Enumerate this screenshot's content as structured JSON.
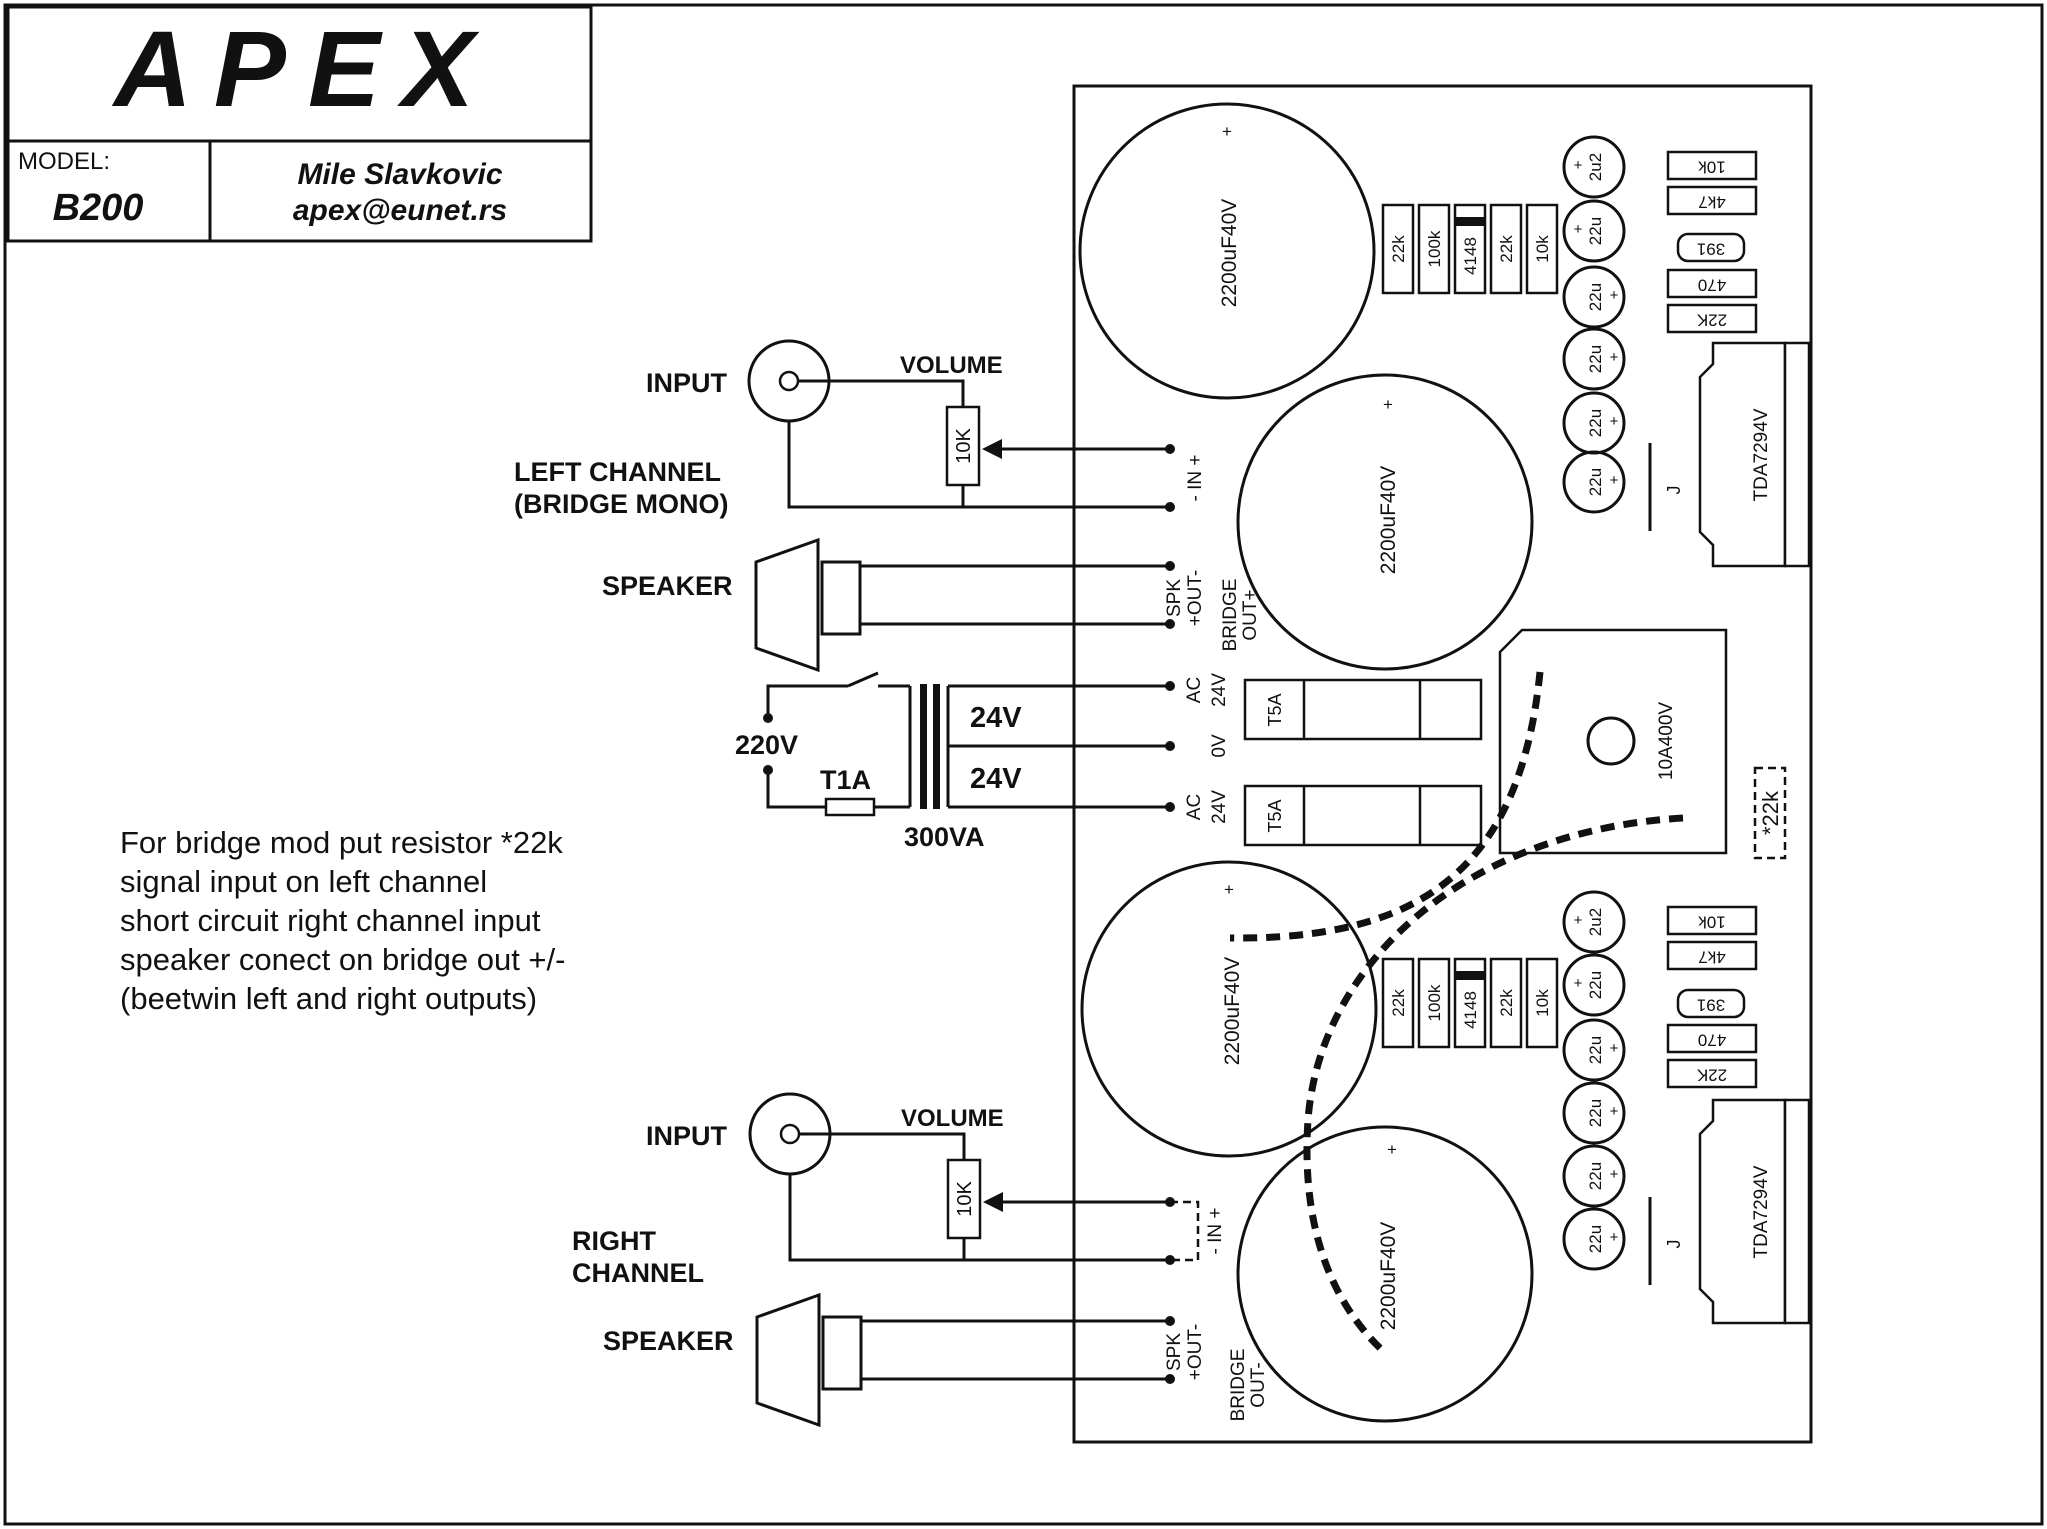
{
  "title_block": {
    "brand": "APEX",
    "model_label": "MODEL:",
    "model": "B200",
    "author": "Mile Slavkovic",
    "email": "apex@eunet.rs"
  },
  "left_channel": {
    "input_label": "INPUT",
    "volume_label": "VOLUME",
    "pot_value": "10K",
    "channel_label_1": "LEFT CHANNEL",
    "channel_label_2": "(BRIDGE MONO)",
    "speaker_label": "SPEAKER",
    "in_label": "- IN +",
    "spk_label": "SPK",
    "out_label": "+OUT-",
    "bridge_label": "BRIDGE",
    "bridge_out": "OUT+"
  },
  "right_channel": {
    "input_label": "INPUT",
    "volume_label": "VOLUME",
    "pot_value": "10K",
    "channel_label_1": "RIGHT",
    "channel_label_2": "CHANNEL",
    "speaker_label": "SPEAKER",
    "in_label": "- IN +",
    "spk_label": "SPK",
    "out_label": "+OUT-",
    "bridge_label": "BRIDGE",
    "bridge_out": "OUT-"
  },
  "power": {
    "mains": "220V",
    "fuse": "T1A",
    "secondary_1": "24V",
    "secondary_2": "24V",
    "transformer": "300VA",
    "ac": "AC",
    "ac_voltage": "24V",
    "zero": "0V"
  },
  "board": {
    "capacitor_large": "2200uF40V",
    "fuse": "T5A",
    "bridge_rectifier": "10A400V",
    "bridge_resistor": "*22k",
    "ic": "TDA7294V",
    "jumper": "J",
    "plus": "+",
    "res_22k": "22k",
    "res_100k": "100k",
    "diode": "4148",
    "res_10k": "10k",
    "cap_2u2": "2u2",
    "cap_22u": "22u",
    "res_4k7": "4k7",
    "res_391": "391",
    "res_470": "470",
    "res_22K": "22K"
  },
  "notes": [
    "For bridge mod put resistor *22k",
    "signal input on left channel",
    "short circuit right channel input",
    "speaker conect on bridge out +/-",
    "(beetwin left and right outputs)"
  ]
}
